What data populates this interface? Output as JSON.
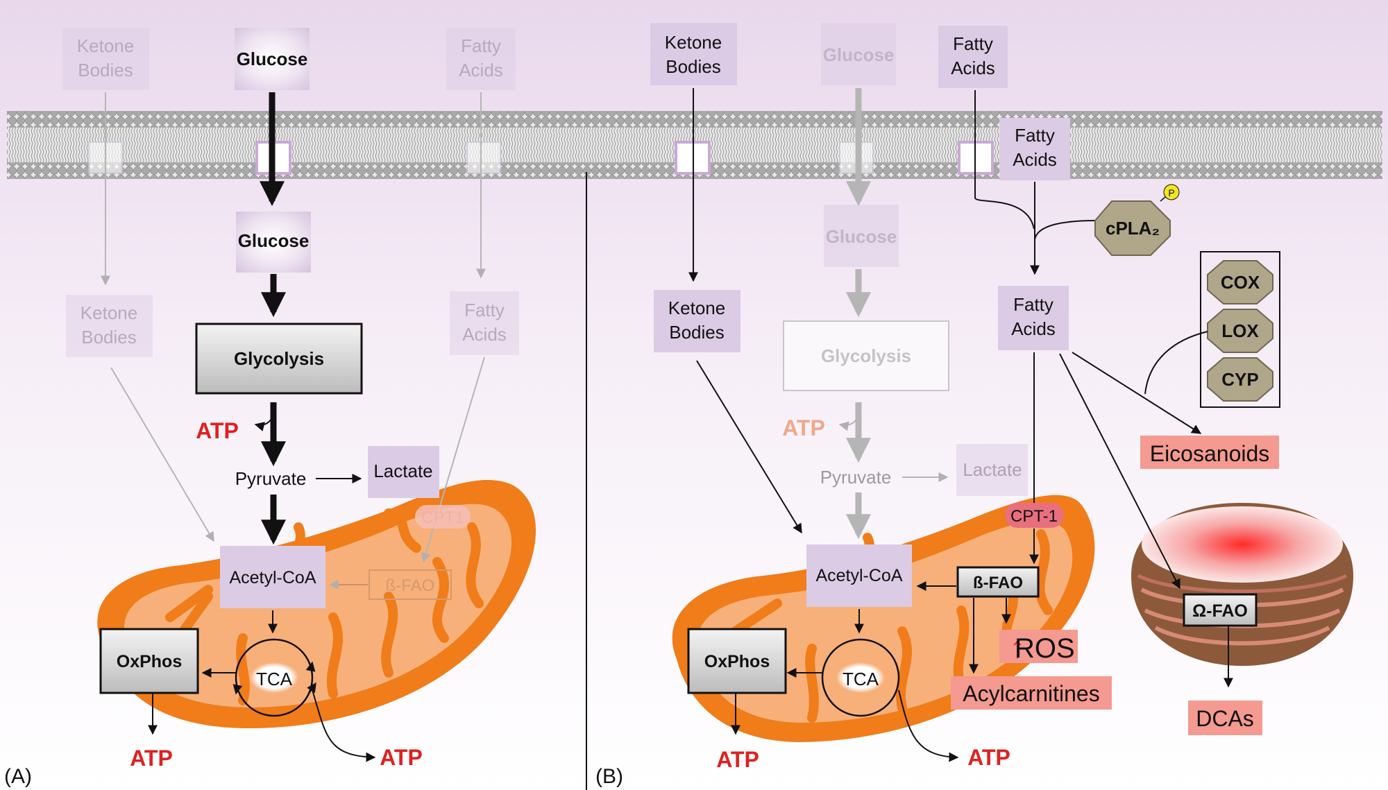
{
  "panels": {
    "a": {
      "panel_label": "(A)",
      "ketone_bodies_outside": "Ketone\nBodies",
      "glucose_outside": "Glucose",
      "fatty_acids_outside": "Fatty\nAcids",
      "glucose_inside": "Glucose",
      "ketone_bodies_inside": "Ketone\nBodies",
      "fatty_acids_inside": "Fatty\nAcids",
      "glycolysis": "Glycolysis",
      "atp_glycolysis": "ATP",
      "pyruvate": "Pyruvate",
      "lactate": "Lactate",
      "cpt1": "CPT1",
      "acetyl_coa": "Acetyl-CoA",
      "beta_fao": "ß-FAO",
      "oxphos": "OxPhos",
      "tca": "TCA",
      "atp_oxphos": "ATP",
      "atp_tca": "ATP"
    },
    "b": {
      "panel_label": "(B)",
      "ketone_bodies_outside": "Ketone\nBodies",
      "glucose_outside": "Glucose",
      "fatty_acids_outside": "Fatty\nAcids",
      "fatty_acids_membrane": "Fatty\nAcids",
      "cpla2": "cPLA₂",
      "phospho": "P",
      "glucose_inside": "Glucose",
      "ketone_bodies_inside": "Ketone\nBodies",
      "fatty_acids_inside": "Fatty\nAcids",
      "cox": "COX",
      "lox": "LOX",
      "cyp": "CYP",
      "eicosanoids": "Eicosanoids",
      "glycolysis": "Glycolysis",
      "atp_glycolysis": "ATP",
      "pyruvate": "Pyruvate",
      "lactate": "Lactate",
      "cpt1": "CPT-1",
      "acetyl_coa": "Acetyl-CoA",
      "beta_fao": "ß-FAO",
      "ros": "ROS",
      "acylcarnitines": "Acylcarnitines",
      "omega_fao": "Ω-FAO",
      "dcas": "DCAs",
      "oxphos": "OxPhos",
      "tca": "TCA",
      "atp_oxphos": "ATP",
      "atp_tca": "ATP"
    }
  },
  "colors": {
    "node_purple": "#dccbe4",
    "faded_text": "#c8b8cc",
    "atp_red": "#e02020",
    "atp_faded": "#f0a888",
    "mito_outer": "#f07c1a",
    "mito_inner": "#f7b07a",
    "highlight_red": "#f49a90",
    "enzyme_khaki": "#b0a68a"
  }
}
